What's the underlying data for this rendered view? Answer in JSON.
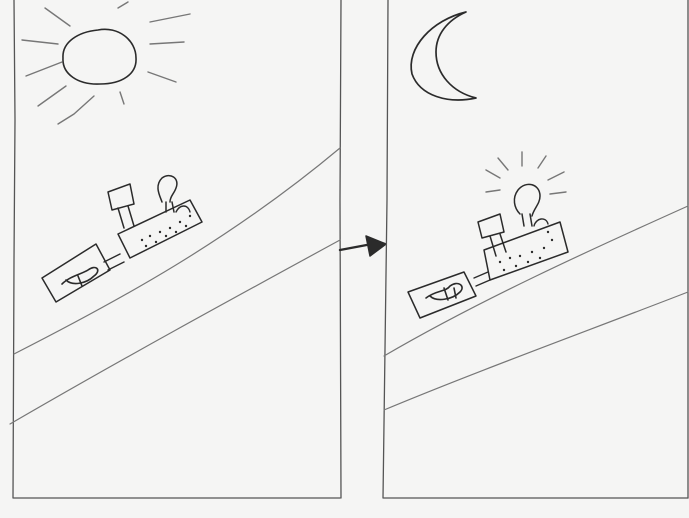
{
  "image": {
    "kind": "pencil-sketch",
    "panels": [
      {
        "id": "day",
        "sky_object": "sun-icon"
      },
      {
        "id": "night",
        "sky_object": "moon-icon",
        "lamp_lit": true
      }
    ],
    "transition": "arrow-right-icon",
    "colors": {
      "paper": "#f5f5f4",
      "pencil": "#2b2b2b"
    }
  }
}
